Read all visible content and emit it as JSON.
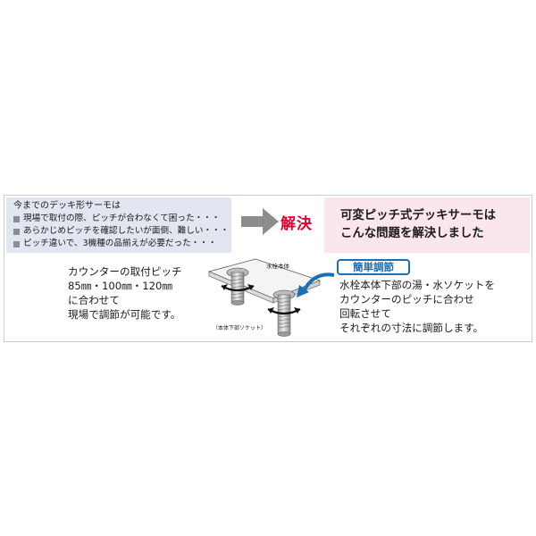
{
  "problem": {
    "title": "今までのデッキ形サーモは",
    "items": [
      "現場で取付の際、ピッチが合わなくて困った・・・",
      "あらかじめピッチを確認したいが面倒、難しい・・・",
      "ピッチ違いで、3機種の品揃えが必要だった・・・"
    ]
  },
  "resolution_label": "解決",
  "solution": {
    "line1": "可変ピッチ式デッキサーモは",
    "line2": "こんな問題を解決しました"
  },
  "left_description": {
    "line1": "カウンターの取付ピッチ",
    "line2": "85㎜・100㎜・120㎜",
    "line3": "に合わせて",
    "line4": "現場で調節が可能です。"
  },
  "illustration": {
    "label_body": "水栓本体",
    "label_socket": "（本体下部ソケット）"
  },
  "easy_adjust_badge": "簡単調節",
  "right_description": {
    "line1": "水栓本体下部の湯・水ソケットを",
    "line2": "カウンターのピッチに合わせ",
    "line3": "回転させて",
    "line4": "それぞれの寸法に調節します。"
  },
  "colors": {
    "problem_bg": "#e2e6f1",
    "solution_bg": "#fbe6ec",
    "accent_red": "#e0002e",
    "accent_blue": "#1b6fb5",
    "arrow_gray": "#8c8c8c"
  },
  "icons": [
    "square-bullet-icon",
    "right-arrow-icon",
    "rotation-arrow-icon",
    "curved-pointer-arrow-icon"
  ]
}
